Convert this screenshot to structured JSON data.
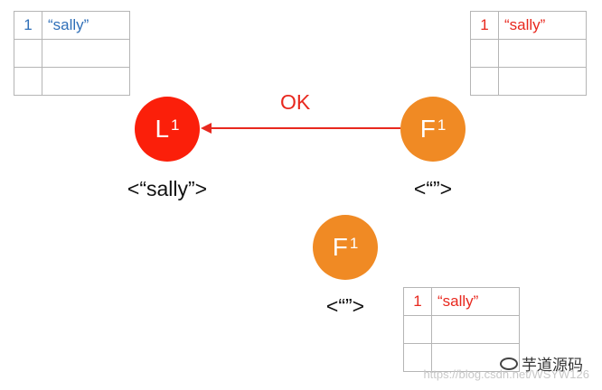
{
  "tables": {
    "top_left": {
      "rows": [
        {
          "index": "1",
          "value": "“sally”"
        },
        {
          "index": "",
          "value": ""
        },
        {
          "index": "",
          "value": ""
        }
      ],
      "text_color": "#2f6fb8"
    },
    "top_right": {
      "rows": [
        {
          "index": "1",
          "value": "“sally”"
        },
        {
          "index": "",
          "value": ""
        },
        {
          "index": "",
          "value": ""
        }
      ],
      "text_color": "#e8281e"
    },
    "bottom": {
      "rows": [
        {
          "index": "1",
          "value": "“sally”"
        },
        {
          "index": "",
          "value": ""
        },
        {
          "index": "",
          "value": ""
        }
      ],
      "text_color": "#e8281e"
    }
  },
  "nodes": {
    "leader": {
      "letter": "L",
      "term": "1",
      "label": "<“sally”>",
      "color": "#fb1f0a"
    },
    "follower_top": {
      "letter": "F",
      "term": "1",
      "label": "<“”>",
      "color": "#f08a24"
    },
    "follower_bottom": {
      "letter": "F",
      "term": "1",
      "label": "<“”>",
      "color": "#f08a24"
    }
  },
  "arrow": {
    "label": "OK",
    "color": "#e8281e"
  },
  "watermark": {
    "url": "https://blog.csdn.net/WSYW126",
    "wechat_text": "芋道源码",
    "wechat_icon": "wechat-icon"
  }
}
